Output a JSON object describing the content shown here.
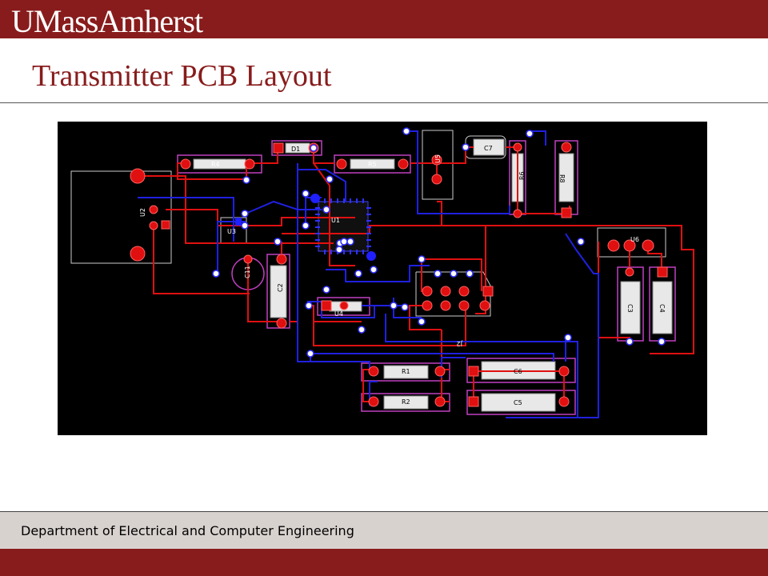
{
  "header": {
    "logo_text": "UMassAmherst"
  },
  "slide": {
    "title": "Transmitter PCB Layout"
  },
  "footer": {
    "department": "Department of Electrical and Computer Engineering"
  },
  "pcb": {
    "labels": {
      "r4": "R4",
      "r5": "R5",
      "r6": "R6",
      "r8": "R8",
      "r1": "R1",
      "r2": "R2",
      "c7": "C7",
      "c6": "C6",
      "c5": "C5",
      "c2": "C2",
      "c3": "C3",
      "c4": "C4",
      "c11": "C11",
      "u1": "U1",
      "u2": "U2",
      "u3": "U3",
      "u4": "U4",
      "u5": "U5",
      "u6": "U6",
      "j2": "J2",
      "d1": "D1"
    }
  }
}
